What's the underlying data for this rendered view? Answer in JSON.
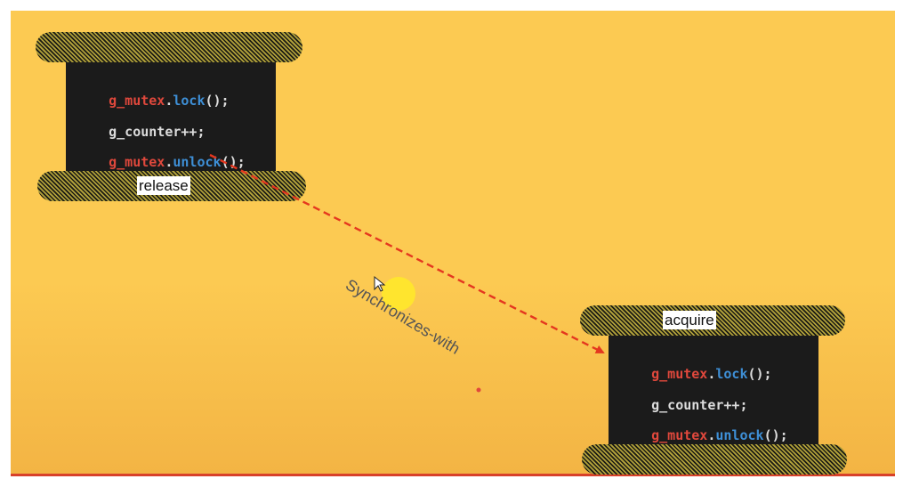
{
  "thread_a": {
    "label": "release",
    "lines": [
      {
        "var": "g_mutex",
        "dot": ".",
        "fn": "lock",
        "rest": "();"
      },
      {
        "plain": "g_counter++;"
      },
      {
        "var": "g_mutex",
        "dot": ".",
        "fn": "unlock",
        "rest": "();"
      }
    ]
  },
  "thread_b": {
    "label": "acquire",
    "lines": [
      {
        "var": "g_mutex",
        "dot": ".",
        "fn": "lock",
        "rest": "();"
      },
      {
        "plain": "g_counter++;"
      },
      {
        "var": "g_mutex",
        "dot": ".",
        "fn": "unlock",
        "rest": "();"
      }
    ]
  },
  "relation": {
    "label": "Synchronizes-with",
    "color": "#e4371f"
  },
  "colors": {
    "background": "#fcca52",
    "code_bg": "#1b1b1b",
    "variable": "#e0483c",
    "function": "#3e8fd6",
    "cursor_highlight": "#ffe82a"
  }
}
